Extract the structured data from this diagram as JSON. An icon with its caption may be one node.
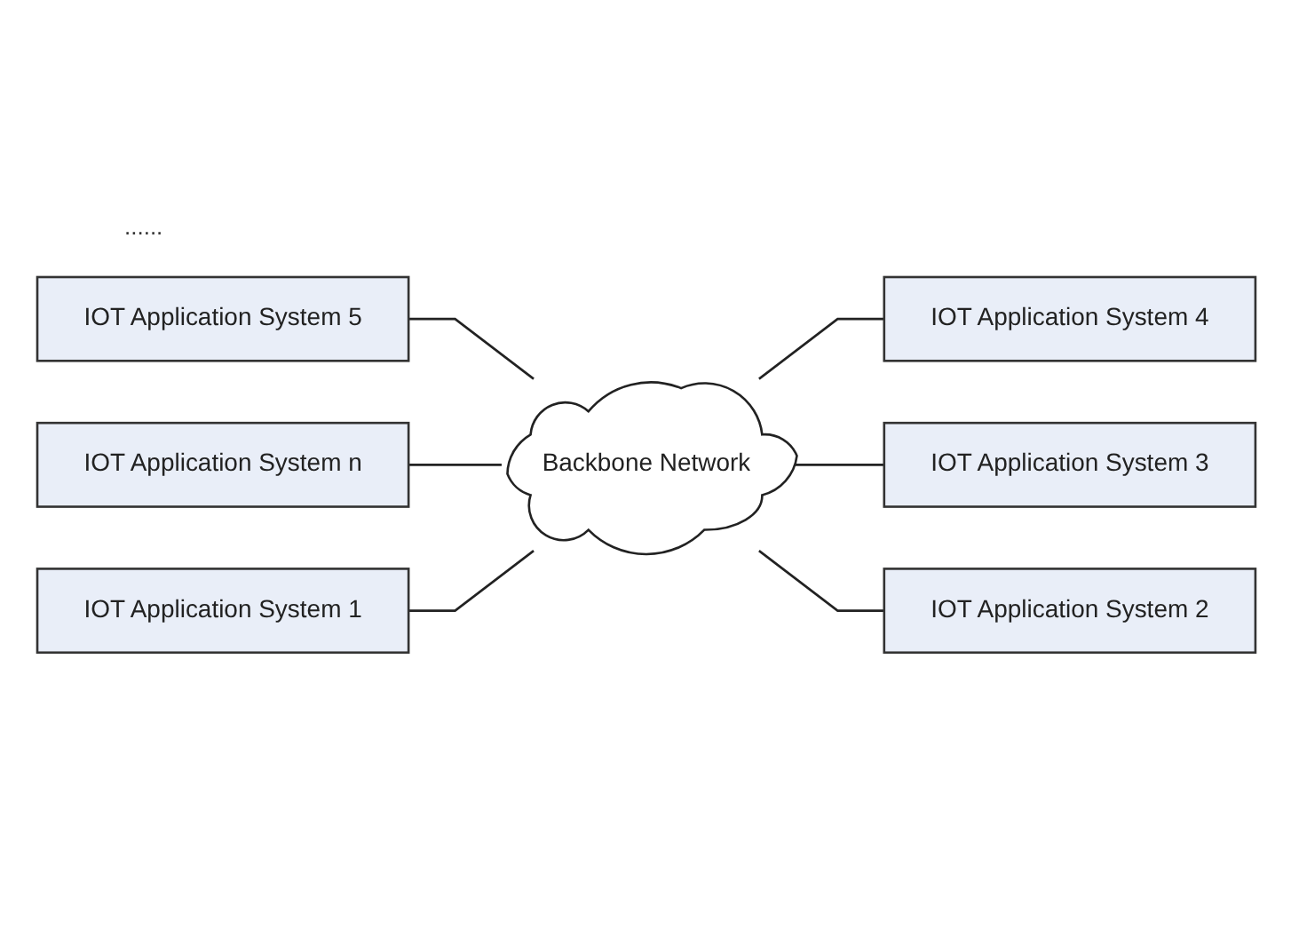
{
  "diagram": {
    "nodes": [
      {
        "text": [
          "IOT Application System 5"
        ]
      },
      {
        "text": [
          "IOT Application System 4"
        ]
      },
      {
        "text": [
          "IOT Application System n"
        ]
      },
      {
        "text": [
          "Backbone Network"
        ]
      },
      {
        "text": [
          "IOT Application System 3"
        ]
      },
      {
        "text": [
          "IOT Application System 1"
        ]
      },
      {
        "text": [
          "IOT Application System 2"
        ]
      }
    ],
    "edges": [
      {
        "from": 0,
        "to": 3,
        "arrow": "none"
      },
      {
        "from": 3,
        "to": 1,
        "arrow": "none"
      },
      {
        "from": 2,
        "to": 3,
        "arrow": "none"
      },
      {
        "from": 3,
        "to": 4,
        "arrow": "none"
      },
      {
        "from": 5,
        "to": 3,
        "arrow": "none"
      },
      {
        "from": 3,
        "to": 6,
        "arrow": "none"
      }
    ],
    "labels": [
      "......"
    ]
  }
}
